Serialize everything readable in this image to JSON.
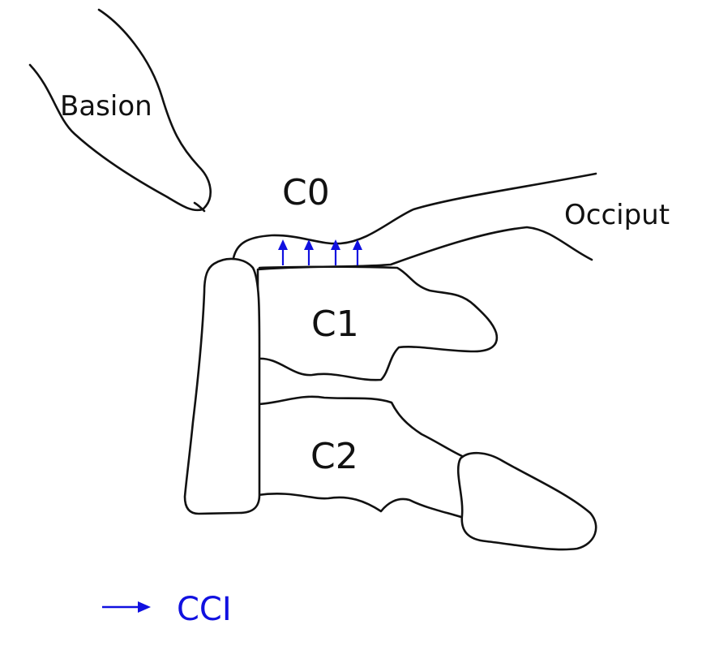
{
  "labels": {
    "basion": "Basion",
    "c0": "C0",
    "occiput": "Occiput",
    "c1": "C1",
    "c2": "C2"
  },
  "legend": {
    "text": "CCI",
    "icon": "arrow-right-icon"
  },
  "arrow_icon": "arrow-up-icon",
  "colors": {
    "line": "#111111",
    "accent": "#1010e0",
    "background": "#ffffff"
  }
}
